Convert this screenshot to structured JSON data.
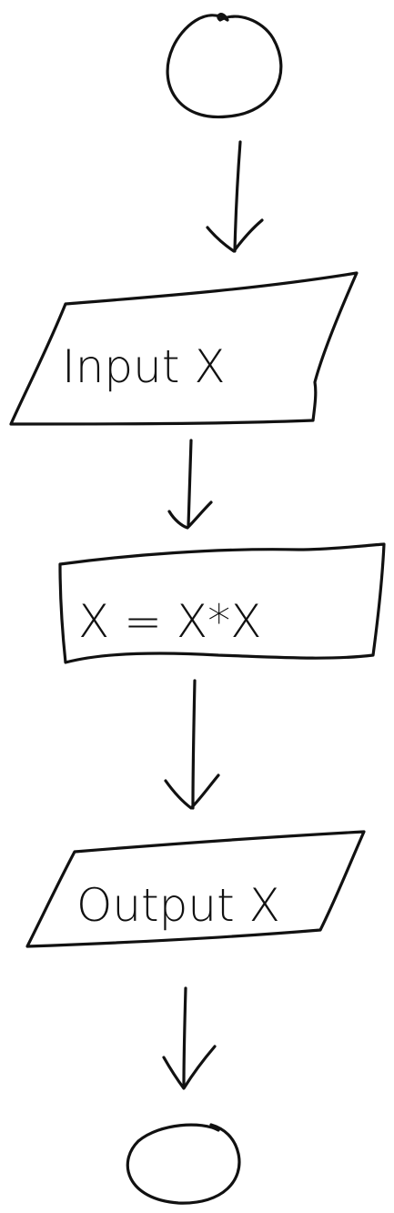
{
  "flowchart": {
    "input_label": "Input X",
    "process_label": "X = X*X",
    "output_label": "Output X"
  }
}
